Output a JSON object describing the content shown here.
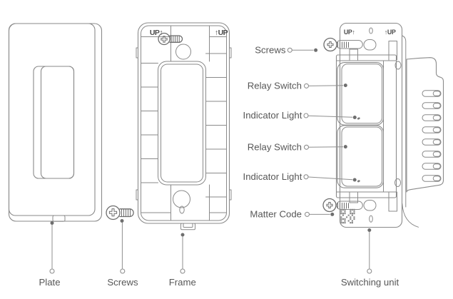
{
  "markings": {
    "up_left": "UP↑",
    "up_right": "↑UP"
  },
  "callouts": {
    "screws": "Screws",
    "relay_switch_1": "Relay Switch",
    "indicator_light_1": "Indicator Light",
    "relay_switch_2": "Relay Switch",
    "indicator_light_2": "Indicator Light",
    "matter_code": "Matter Code"
  },
  "part_labels": {
    "plate": "Plate",
    "screws": "Screws",
    "frame": "Frame",
    "switching_unit": "Switching unit"
  },
  "colors": {
    "background": "#ffffff",
    "line": "#8a8a8a",
    "screw_line": "#6d6d6d",
    "label_text": "#575757",
    "marking_text": "#4d4d4d",
    "leader": "#8f8f8f",
    "qr_code": "#8f8f8f"
  }
}
